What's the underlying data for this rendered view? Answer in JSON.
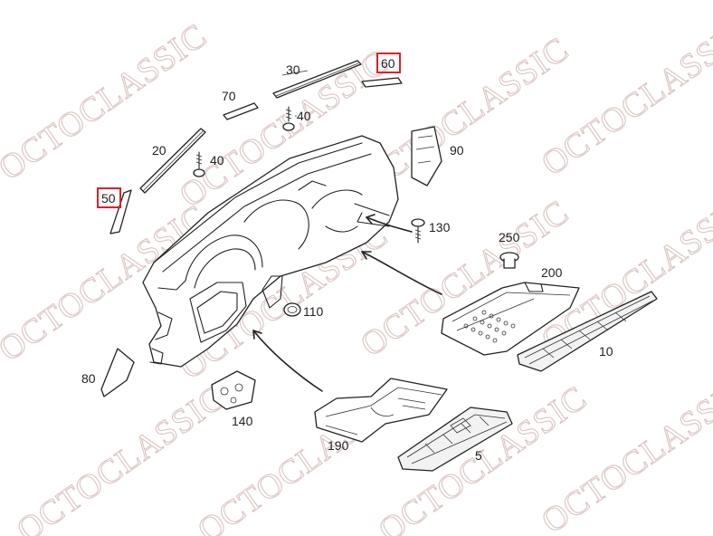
{
  "watermark": {
    "text": "OCTOCLASSIC"
  },
  "highlight_color": "#e01f26",
  "labels": {
    "p5": "5",
    "p10": "10",
    "p20": "20",
    "p30": "30",
    "p40a": "40",
    "p40b": "40",
    "p50": "50",
    "p60": "60",
    "p70": "70",
    "p80": "80",
    "p90": "90",
    "p110": "110",
    "p130": "130",
    "p140": "140",
    "p190": "190",
    "p200": "200",
    "p250": "250"
  }
}
